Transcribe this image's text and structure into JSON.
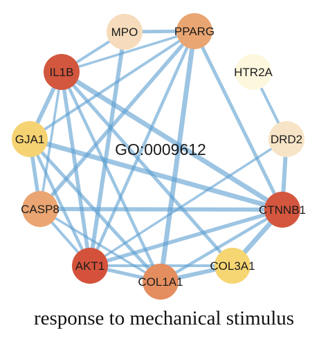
{
  "center_label": "GO:0009612",
  "caption": "response to mechanical stimulus",
  "edge_color": "#5b9ed0",
  "nodes": [
    {
      "id": "MPO",
      "label": "MPO",
      "color": "#f6dcbc"
    },
    {
      "id": "PPARG",
      "label": "PPARG",
      "color": "#e9a672"
    },
    {
      "id": "IL1B",
      "label": "IL1B",
      "color": "#d2573e"
    },
    {
      "id": "HTR2A",
      "label": "HTR2A",
      "color": "#fdf7dd"
    },
    {
      "id": "GJA1",
      "label": "GJA1",
      "color": "#f5d272"
    },
    {
      "id": "DRD2",
      "label": "DRD2",
      "color": "#f7e4c6"
    },
    {
      "id": "CASP8",
      "label": "CASP8",
      "color": "#eba572"
    },
    {
      "id": "CTNNB1",
      "label": "CTNNB1",
      "color": "#d4563e"
    },
    {
      "id": "AKT1",
      "label": "AKT1",
      "color": "#d4523b"
    },
    {
      "id": "COL3A1",
      "label": "COL3A1",
      "color": "#f6d673"
    },
    {
      "id": "COL1A1",
      "label": "COL1A1",
      "color": "#e48d5f"
    }
  ],
  "edges": [
    {
      "s": "MPO",
      "t": "PPARG"
    },
    {
      "s": "MPO",
      "t": "IL1B"
    },
    {
      "s": "MPO",
      "t": "AKT1"
    },
    {
      "s": "PPARG",
      "t": "IL1B"
    },
    {
      "s": "PPARG",
      "t": "CASP8"
    },
    {
      "s": "PPARG",
      "t": "AKT1"
    },
    {
      "s": "PPARG",
      "t": "COL1A1"
    },
    {
      "s": "PPARG",
      "t": "CTNNB1"
    },
    {
      "s": "PPARG",
      "t": "GJA1"
    },
    {
      "s": "IL1B",
      "t": "GJA1"
    },
    {
      "s": "IL1B",
      "t": "CASP8"
    },
    {
      "s": "IL1B",
      "t": "AKT1"
    },
    {
      "s": "IL1B",
      "t": "COL1A1"
    },
    {
      "s": "IL1B",
      "t": "CTNNB1"
    },
    {
      "s": "IL1B",
      "t": "COL3A1"
    },
    {
      "s": "HTR2A",
      "t": "DRD2"
    },
    {
      "s": "DRD2",
      "t": "CTNNB1"
    },
    {
      "s": "DRD2",
      "t": "AKT1"
    },
    {
      "s": "GJA1",
      "t": "CASP8"
    },
    {
      "s": "GJA1",
      "t": "AKT1"
    },
    {
      "s": "GJA1",
      "t": "CTNNB1"
    },
    {
      "s": "GJA1",
      "t": "COL1A1"
    },
    {
      "s": "CASP8",
      "t": "AKT1"
    },
    {
      "s": "CASP8",
      "t": "CTNNB1"
    },
    {
      "s": "CASP8",
      "t": "COL1A1"
    },
    {
      "s": "CTNNB1",
      "t": "AKT1"
    },
    {
      "s": "CTNNB1",
      "t": "COL1A1"
    },
    {
      "s": "CTNNB1",
      "t": "COL3A1"
    },
    {
      "s": "AKT1",
      "t": "COL1A1"
    },
    {
      "s": "AKT1",
      "t": "COL3A1"
    },
    {
      "s": "COL1A1",
      "t": "COL3A1"
    }
  ]
}
